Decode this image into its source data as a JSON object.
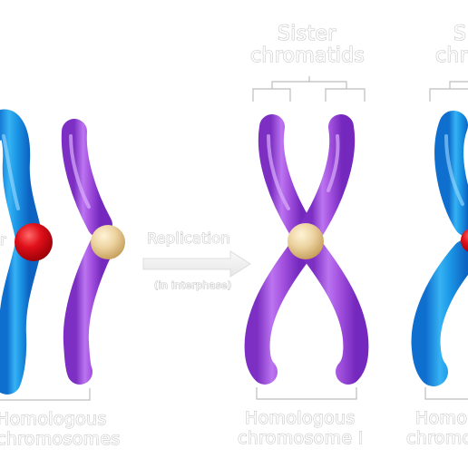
{
  "labels": {
    "sister_chromatids_line1": "Sister",
    "sister_chromatids_line2": "chromatids",
    "sister_chromatids_right_line1": "S",
    "sister_chromatids_right_line2": "chr",
    "replication": "Replication",
    "in_interphase": "(in interphase)",
    "homologous_left_line1": "Homologous",
    "homologous_left_line2": "chromosomes",
    "homologous_mid_line1": "Homologous",
    "homologous_mid_line2": "chromosome I",
    "homologous_right_line1": "Homo",
    "homologous_right_line2": "chromo",
    "left_cut_letter": "r"
  },
  "colors": {
    "blue_chromosome": "#1e9be8",
    "purple_chromosome": "#a04ddc",
    "red_centromere": "#e0101a",
    "tan_centromere": "#ecd3a0",
    "label_outline": "#c4c4c4",
    "bracket_line": "#bdbdbd",
    "arrow_fill": "#f3f3f3"
  },
  "icons": {
    "arrow": "right-arrow-icon",
    "centromere": "centromere-dot-icon"
  }
}
